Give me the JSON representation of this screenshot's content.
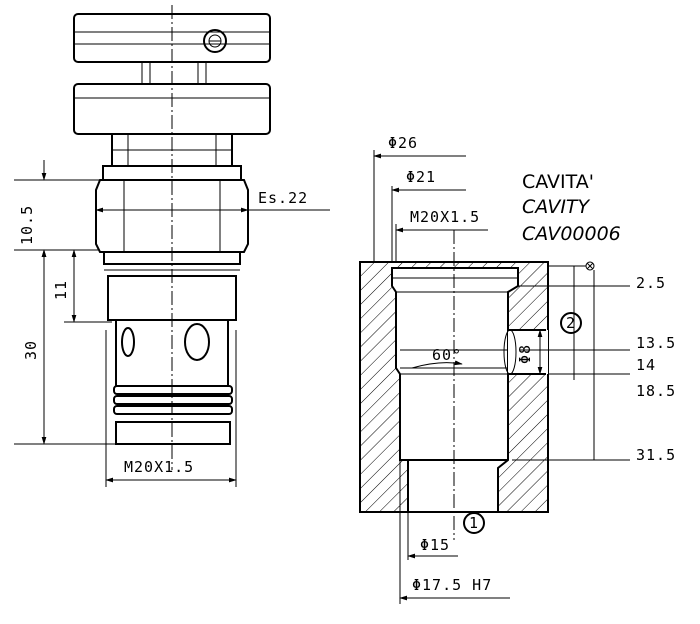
{
  "cartridge": {
    "hex_label": "Es.22",
    "thread_label": "M20X1.5",
    "dim_hex_height": "10.5",
    "dim_upper": "11",
    "dim_total": "30"
  },
  "cavity": {
    "title_lines": [
      "CAVITA'",
      "CAVITY",
      "CAV00006"
    ],
    "phi26": "Φ26",
    "phi21": "Φ21",
    "thread": "M20X1.5",
    "angle": "60°",
    "phi8": "Φ8",
    "phi15": "Φ15",
    "phi17": "Φ17.5 H7",
    "depth_1": "2.5",
    "depth_2": "13.5",
    "depth_3": "14",
    "depth_4": "18.5",
    "depth_5": "31.5",
    "port_1": "1",
    "port_2": "2"
  }
}
